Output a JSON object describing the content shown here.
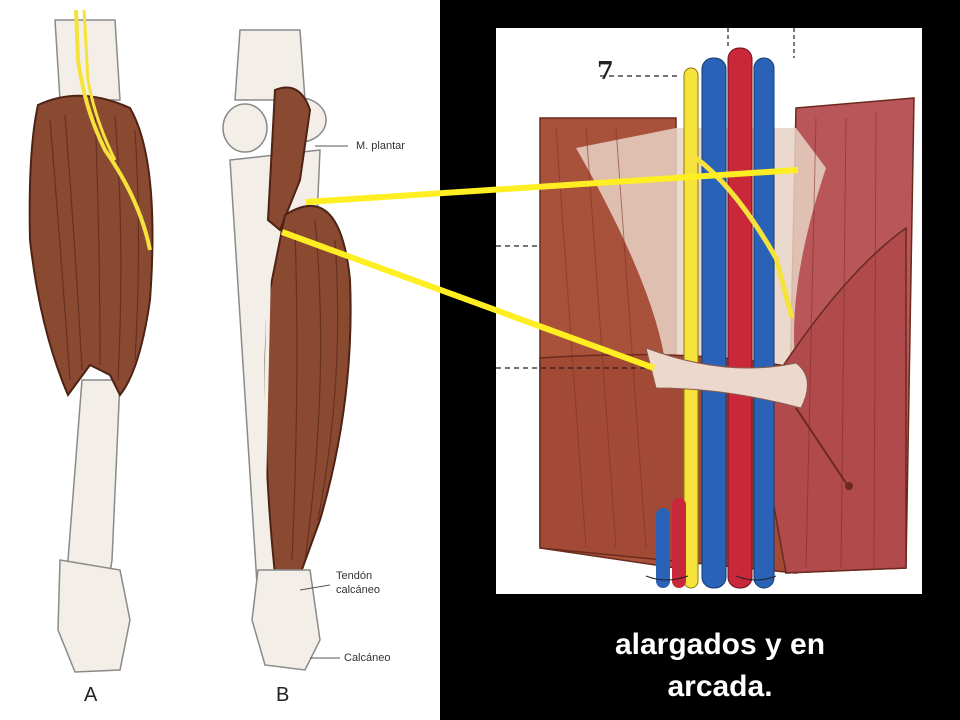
{
  "labels": {
    "m_plantar": "M. plantar",
    "tendon_line1": "Tendón",
    "tendon_line2": "calcáneo",
    "calcaneo": "Calcáneo",
    "figure_a": "A",
    "figure_b": "B",
    "number_7": "7"
  },
  "caption": {
    "line1": "alargados y en",
    "line2": "arcada."
  },
  "colors": {
    "muscle": "#8a4a32",
    "muscle_dark": "#5e2a1a",
    "tendon": "#f2eee6",
    "nerve": "#f5e23a",
    "artery": "#c8283a",
    "vein": "#2a62b8",
    "pointer": "#ffee22",
    "background_dark": "#000000"
  }
}
